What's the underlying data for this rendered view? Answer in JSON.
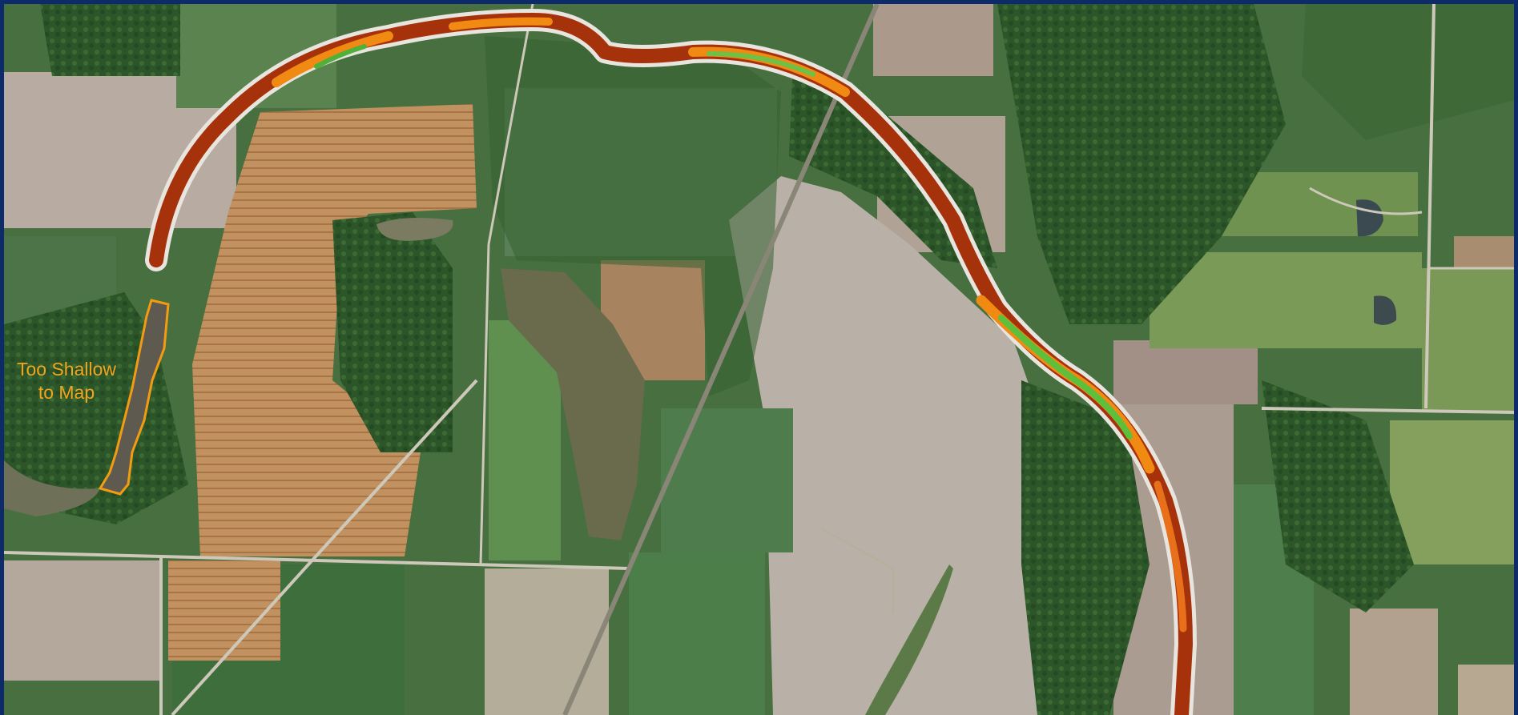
{
  "annotation": {
    "text": "Too Shallow\nto Map",
    "outline_color": "#f39c12"
  },
  "colors": {
    "frame": "#0d2a6b",
    "forest": "#2f5a2c",
    "crop_green": "#4f7a48",
    "bare_field": "#b9aea2",
    "stubble": "#b98a5c",
    "pond": "#67684a",
    "road": "#c9c5b8",
    "river_bank": "#e9e6e1",
    "depth_shallow": "#d22a08",
    "depth_mid": "#f08a12",
    "depth_deep": "#4fb03a"
  },
  "layers": [
    "aerial-imagery",
    "river-depth-survey",
    "unmapped-area"
  ]
}
